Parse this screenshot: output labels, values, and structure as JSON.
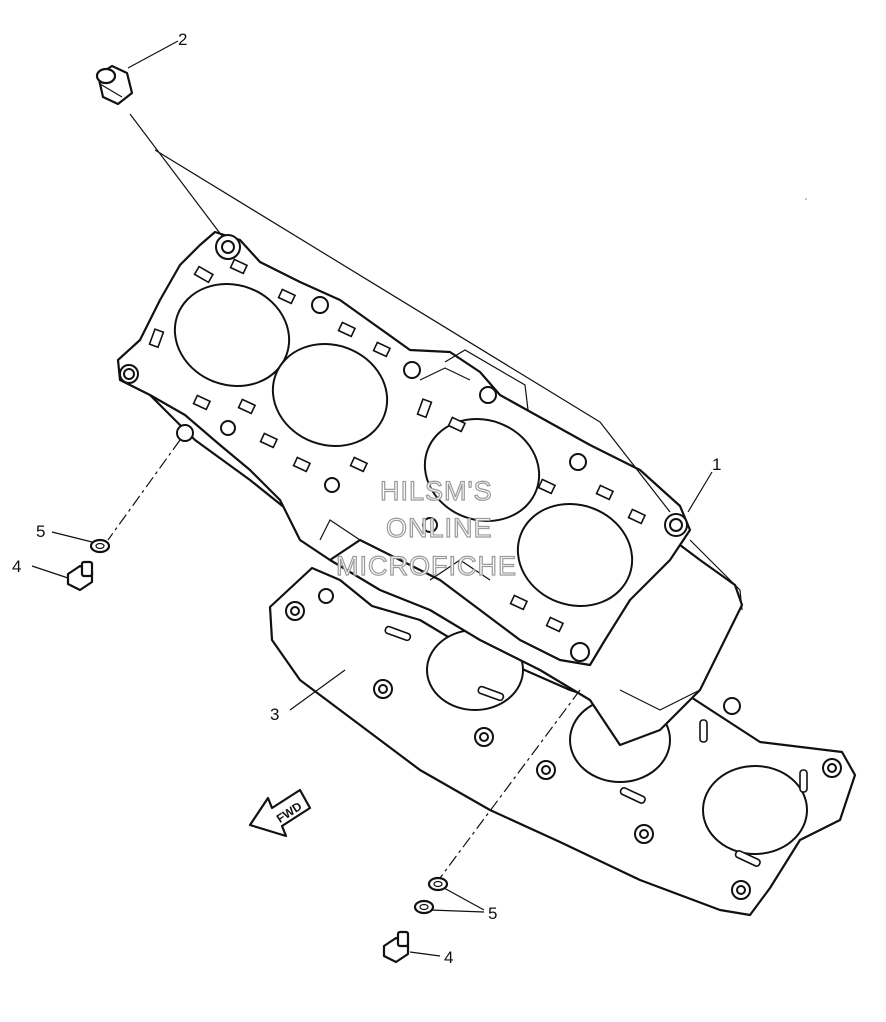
{
  "watermark": {
    "line1": "HILSM'S",
    "line2": "ONLINE",
    "line3": "MICROFICHE"
  },
  "direction_arrow": {
    "label": "FWD"
  },
  "callouts": [
    {
      "id": "c1",
      "label": "1"
    },
    {
      "id": "c2",
      "label": "2"
    },
    {
      "id": "c3",
      "label": "3"
    },
    {
      "id": "c4a",
      "label": "4"
    },
    {
      "id": "c4b",
      "label": "4"
    },
    {
      "id": "c5a",
      "label": "5"
    },
    {
      "id": "c5b",
      "label": "5"
    }
  ]
}
